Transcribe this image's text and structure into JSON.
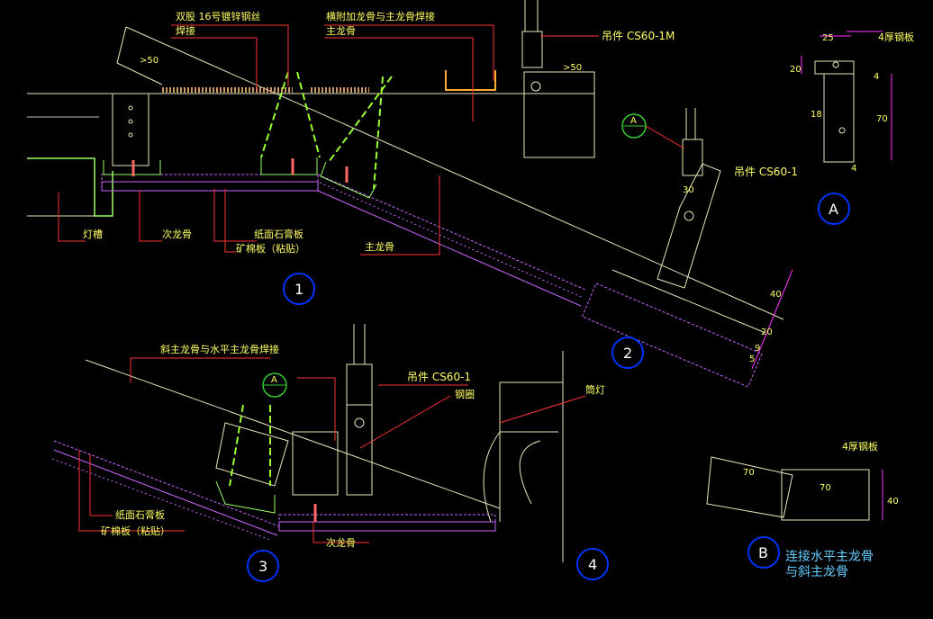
{
  "labels": {
    "double_strand_wire": "双股 16号镀锌钢丝",
    "weld": "焊接",
    "cross_reinforcement": "横附加龙骨与主龙骨焊接",
    "main_keel_top": "主龙骨",
    "hanger_cs60_1m": "吊件 CS60-1M",
    "gt50_a": ">50",
    "gt50_b": ">50",
    "thk_4mm_a": "4厚钢板",
    "dim_25": "25",
    "dim_20": "20",
    "dim_4a": "4",
    "dim_18": "18",
    "dim_70a": "70",
    "dim_4b": "4",
    "hanger_cs60_1_top": "吊件 CS60-1",
    "dim_30": "30",
    "lamp_groove": "灯槽",
    "secondary_keel_a": "次龙骨",
    "paper_gypsum_a": "纸面石膏板",
    "mineral_board_a": "矿棉板（粘贴）",
    "main_keel_b": "主龙骨",
    "dim_40a": "40",
    "dim_20b": "20",
    "dim_9": "9",
    "dim_5": "5",
    "sloped_weld": "斜主龙骨与水平主龙骨焊接",
    "hanger_cs60_1_bot": "吊件 CS60-1",
    "steel_ring": "钢圈",
    "cylinder_lamp": "筒灯",
    "paper_gypsum_b": "纸面石膏板",
    "mineral_board_b": "矿棉板（粘贴）",
    "secondary_keel_b": "次龙骨",
    "thk_4mm_b": "4厚钢板",
    "dim_70b": "70",
    "dim_70c": "70",
    "dim_40b": "40",
    "conn_line1": "连接水平主龙骨",
    "conn_line2": "与斜主龙骨"
  },
  "markers": {
    "n1": "1",
    "n2": "2",
    "n3": "3",
    "n4": "4",
    "detail_a": "A",
    "detail_b": "B",
    "callout_a_top": "A",
    "callout_a_bot": "A"
  },
  "colors": {
    "background": "#000000",
    "linework": "#e6e6b8",
    "leader": "#ff3333",
    "text": "#ffff66",
    "dashed": "#99ff33",
    "dim": "#ff33ff",
    "marker": "#0033ff",
    "callout": "#33cc33",
    "caption": "#66ccff"
  }
}
